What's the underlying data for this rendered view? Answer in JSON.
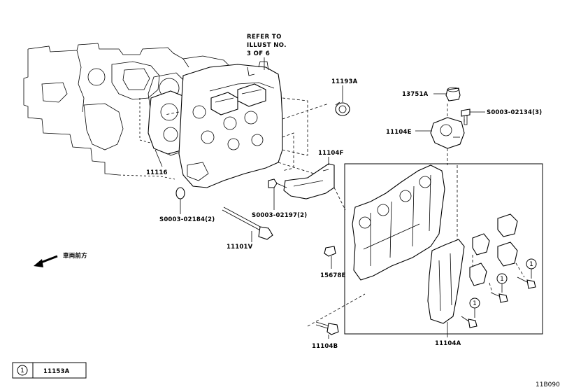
{
  "labels": {
    "refer_note": [
      "REFER TO",
      "ILLUST NO.",
      "3 OF 6"
    ],
    "p11193A": "11193A",
    "p13751A": "13751A",
    "s0003_02134": "S0003-02134(3)",
    "p11104E": "11104E",
    "p11116": "11116",
    "p11104F": "11104F",
    "s0003_02184": "S0003-02184(2)",
    "s0003_02197": "S0003-02197(2)",
    "p11101V": "11101V",
    "p15678E": "15678E",
    "p11104B": "11104B",
    "p11104A": "11104A",
    "front_direction": "車両前方"
  },
  "callout_marker": "1",
  "legend": {
    "number": "1",
    "part": "11153A"
  },
  "figure_id": "11B090"
}
